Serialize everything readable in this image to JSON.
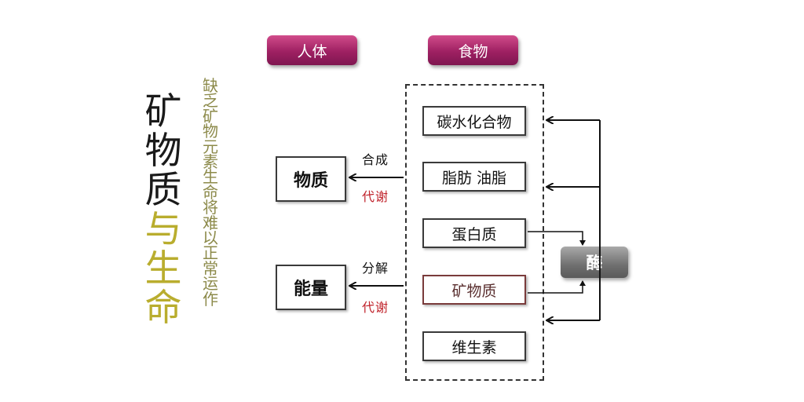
{
  "title": {
    "part1": "矿物质",
    "part2": "与生命"
  },
  "subtitle": "缺乏矿物元素生命将难以正常运作",
  "headers": {
    "body": "人体",
    "food": "食物"
  },
  "outputs": {
    "material": "物质",
    "energy": "能量"
  },
  "process_labels": {
    "synthesis": "合成",
    "synthesis_metabolism": "代谢",
    "decomposition": "分解",
    "decomposition_metabolism": "代谢"
  },
  "foods": [
    "碳水化合物",
    "脂肪 油脂",
    "蛋白质",
    "矿物质",
    "维生素"
  ],
  "enzyme": "酶",
  "colors": {
    "title_highlight": "#b9ad2e",
    "header_pill": "#9e2062",
    "metabolism_text": "#c0232b",
    "enzyme_box": "#6f6f6f"
  }
}
